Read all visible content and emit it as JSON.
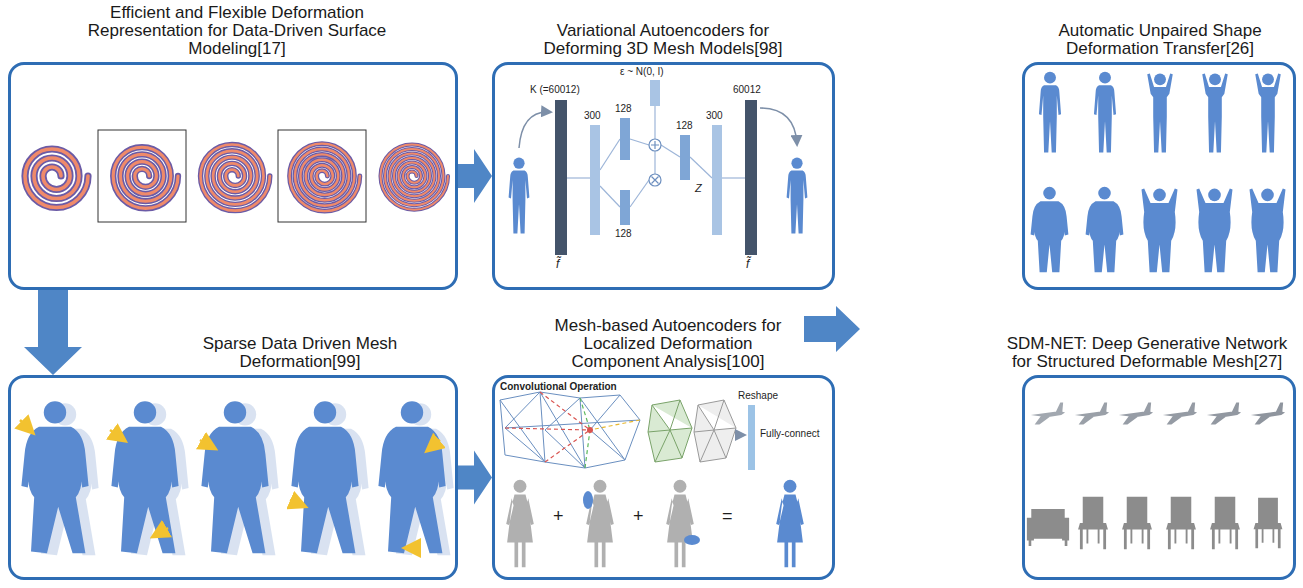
{
  "diagram": {
    "nodes": [
      {
        "text": [
          "Efficient and Flexible Deformation Representation for Data-Driven Surface Modeling[17]"
        ]
      },
      {
        "text": [
          "Variational Autoencoders for Deforming 3D Mesh Models[98]"
        ]
      },
      {
        "text": [
          "Automatic Unpaired Shape Deformation Transfer[26]"
        ]
      },
      {
        "text": [
          "Sparse Data Driven Mesh Deformation[99]"
        ]
      },
      {
        "text": [
          "Mesh-based Autoencoders for Localized Deformation Component Analysis[100]"
        ]
      },
      {
        "text": [
          "SDM-NET: Deep Generative Network for Structured Deformable Mesh[27]"
        ]
      }
    ],
    "edges": [
      {
        "from": 0,
        "to": 1,
        "arrow": "to"
      },
      {
        "from": 0,
        "to": 3,
        "arrow": "to"
      },
      {
        "from": 3,
        "to": 4,
        "arrow": "to"
      },
      {
        "from": 4,
        "to": 5,
        "arrow": "to"
      }
    ],
    "labels": [
      "ε ~ N(0, I)",
      "K (=60012)",
      "300",
      "128",
      "128",
      "128",
      "Z",
      "300",
      "60012",
      "f̃",
      "f̃",
      "Convolutional Operation",
      "Reshape",
      "Fully-connect",
      "+",
      "+",
      "="
    ]
  }
}
